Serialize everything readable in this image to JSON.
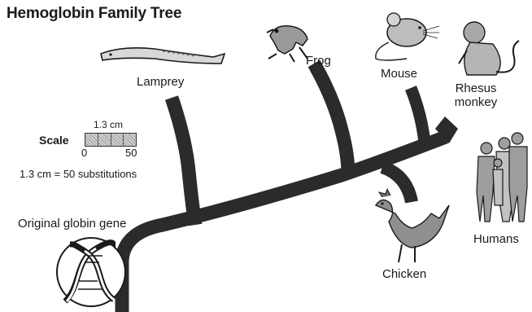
{
  "title": "Hemoglobin Family Tree",
  "organisms": {
    "lamprey": "Lamprey",
    "frog": "Frog",
    "mouse": "Mouse",
    "rhesus_line1": "Rhesus",
    "rhesus_line2": "monkey",
    "humans": "Humans",
    "chicken": "Chicken"
  },
  "origin": "Original globin gene",
  "scale": {
    "title": "Scale",
    "length": "1.3 cm",
    "tick_start": "0",
    "tick_end": "50",
    "note": "1.3 cm = 50 substitutions"
  },
  "colors": {
    "branch": "#2b2b2b",
    "ink": "#1a1a1a"
  }
}
